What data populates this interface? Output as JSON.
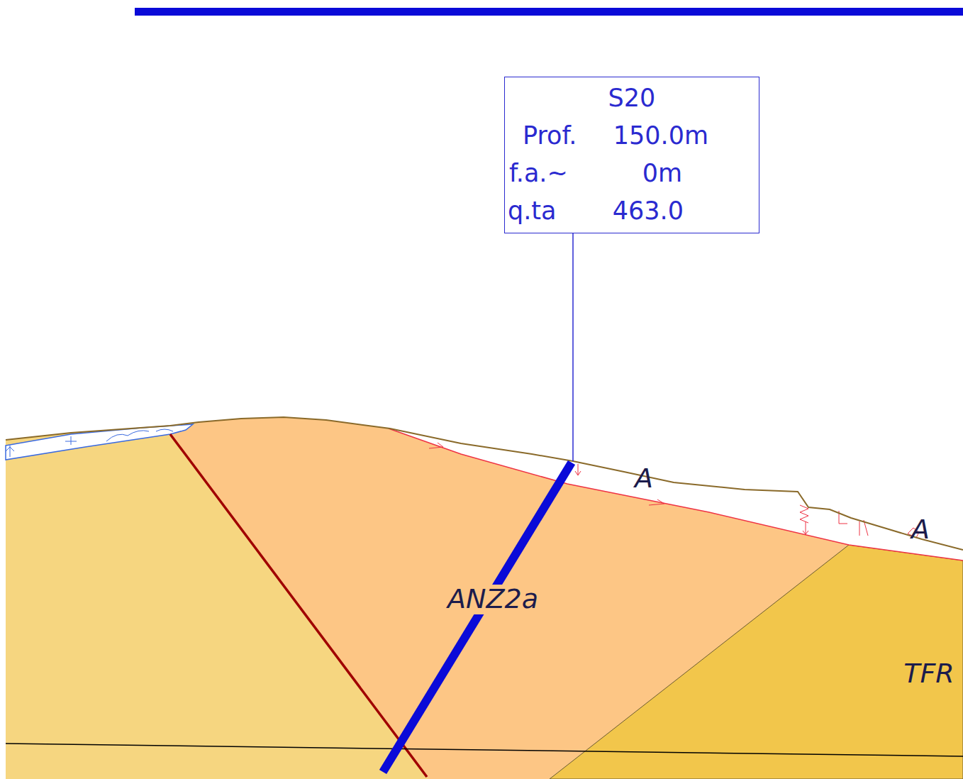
{
  "diagram": {
    "nodes": [
      {
        "text": [
          "S20",
          "Prof. 150.0m",
          "f.a.~ 0m",
          "q.ta 463.0"
        ]
      }
    ],
    "labels": [
      "A",
      "A",
      "ANZ2a",
      "TFR"
    ]
  }
}
